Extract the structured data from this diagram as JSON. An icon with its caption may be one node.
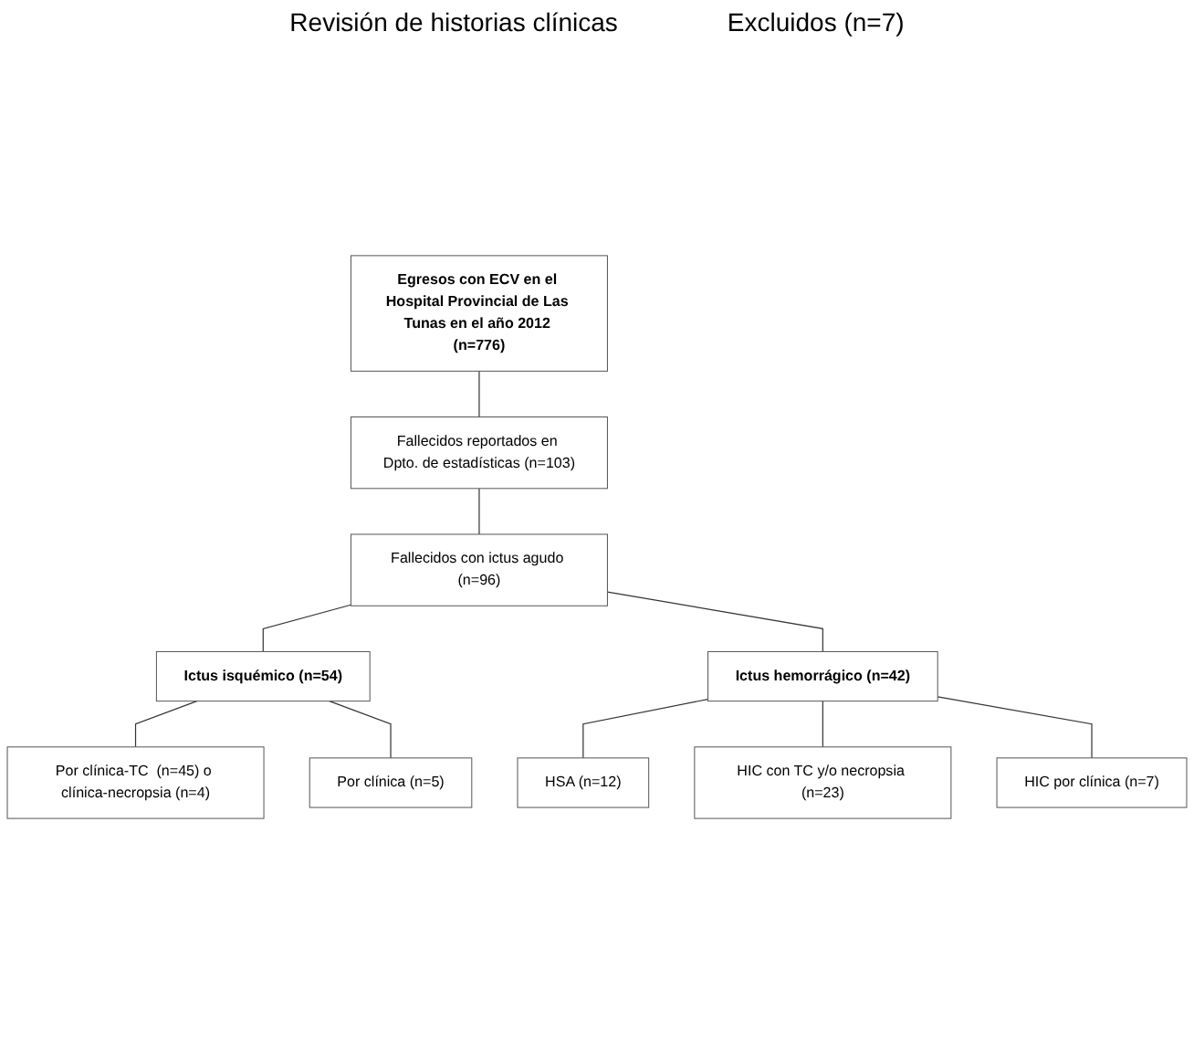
{
  "diagram": {
    "nodes": [
      {
        "text": [
          "Egresos con ECV en el Hospital Provincial de Las Tunas en el año 2012 (n=776)"
        ]
      },
      {
        "text": [
          "Fallecidos reportados en Dpto. de estadísticas (n=103)"
        ]
      },
      {
        "text": [
          "Fallecidos con ictus agudo (n=96)"
        ]
      },
      {
        "text": [
          "Ictus isquémico (n=54)"
        ]
      },
      {
        "text": [
          "Ictus hemorrágico (n=42)"
        ]
      },
      {
        "text": [
          "Por clínica-TC  (n=45) o clínica-necropsia (n=4)"
        ]
      },
      {
        "text": [
          "Por clínica (n=5)"
        ]
      },
      {
        "text": [
          "HSA (n=12)"
        ]
      },
      {
        "text": [
          "HIC con TC y/o necropsia (n=23)"
        ]
      },
      {
        "text": [
          "HIC por clínica (n=7)"
        ]
      }
    ],
    "edges": [
      {
        "from": 0,
        "to": 1,
        "arrow": "none"
      },
      {
        "from": 1,
        "to": 2,
        "arrow": "none"
      },
      {
        "from": 2,
        "to": 3,
        "arrow": "none"
      },
      {
        "from": 2,
        "to": 4,
        "arrow": "none"
      },
      {
        "from": 3,
        "to": 5,
        "arrow": "none"
      },
      {
        "from": 3,
        "to": 6,
        "arrow": "none"
      },
      {
        "from": 4,
        "to": 7,
        "arrow": "none"
      },
      {
        "from": 4,
        "to": 8,
        "arrow": "none"
      },
      {
        "from": 4,
        "to": 9,
        "arrow": "none"
      }
    ],
    "labels": [
      "Revisión de historias clínicas",
      "Excluidos (n=7)"
    ]
  }
}
